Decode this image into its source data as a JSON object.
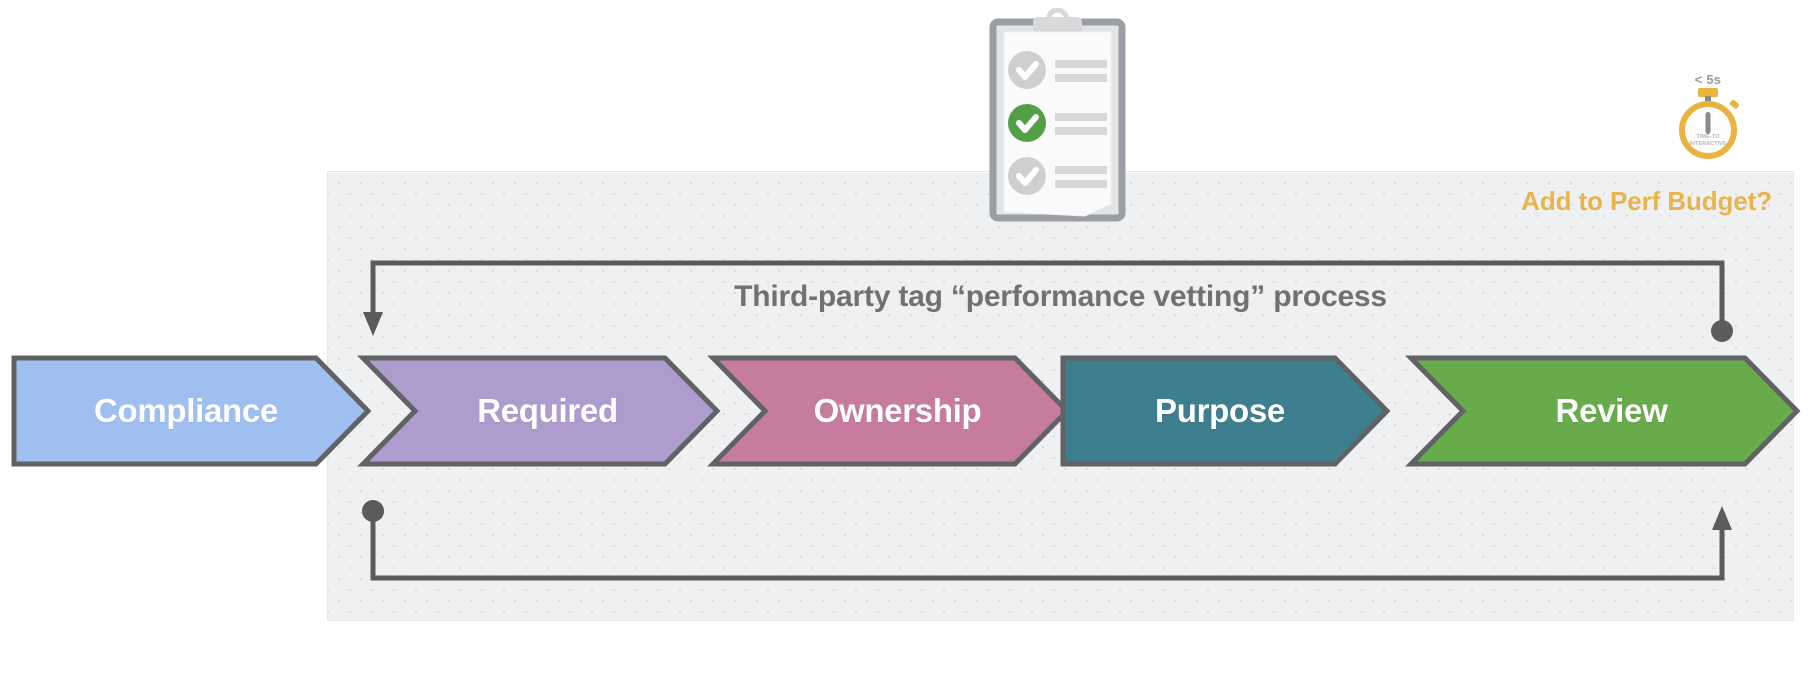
{
  "panel": {
    "title": "Third-party tag “performance vetting” process",
    "perf_budget_label": "Add to Perf Budget?",
    "background_color": "#eff0f2"
  },
  "stages": [
    {
      "label": "Compliance",
      "color": "#9fbff0",
      "stroke": "#616264"
    },
    {
      "label": "Required",
      "color": "#ad9ccd",
      "stroke": "#616264"
    },
    {
      "label": "Ownership",
      "color": "#c57c9f",
      "stroke": "#616264"
    },
    {
      "label": "Purpose",
      "color": "#3d7f8e",
      "stroke": "#616264"
    },
    {
      "label": "Review",
      "color": "#67ab4b",
      "stroke": "#616264"
    }
  ],
  "connectors": {
    "top": {
      "start_terminator": "dot",
      "end_terminator": "arrow-down",
      "direction": "right-to-left"
    },
    "bottom": {
      "start_terminator": "dot",
      "end_terminator": "arrow-up",
      "direction": "left-to-right"
    },
    "color": "#5a5b5d"
  },
  "illustrations": {
    "clipboard": {
      "name": "clipboard-checklist",
      "checked_items": 1,
      "total_items": 3,
      "check_color": "#52a043",
      "unchecked_color": "#cfcfcf"
    },
    "stopwatch": {
      "name": "stopwatch",
      "caption": "< 5s",
      "face_line_1": "TIME-TO",
      "face_line_2": "INTERACTIVE",
      "color": "#e8b33e"
    }
  }
}
